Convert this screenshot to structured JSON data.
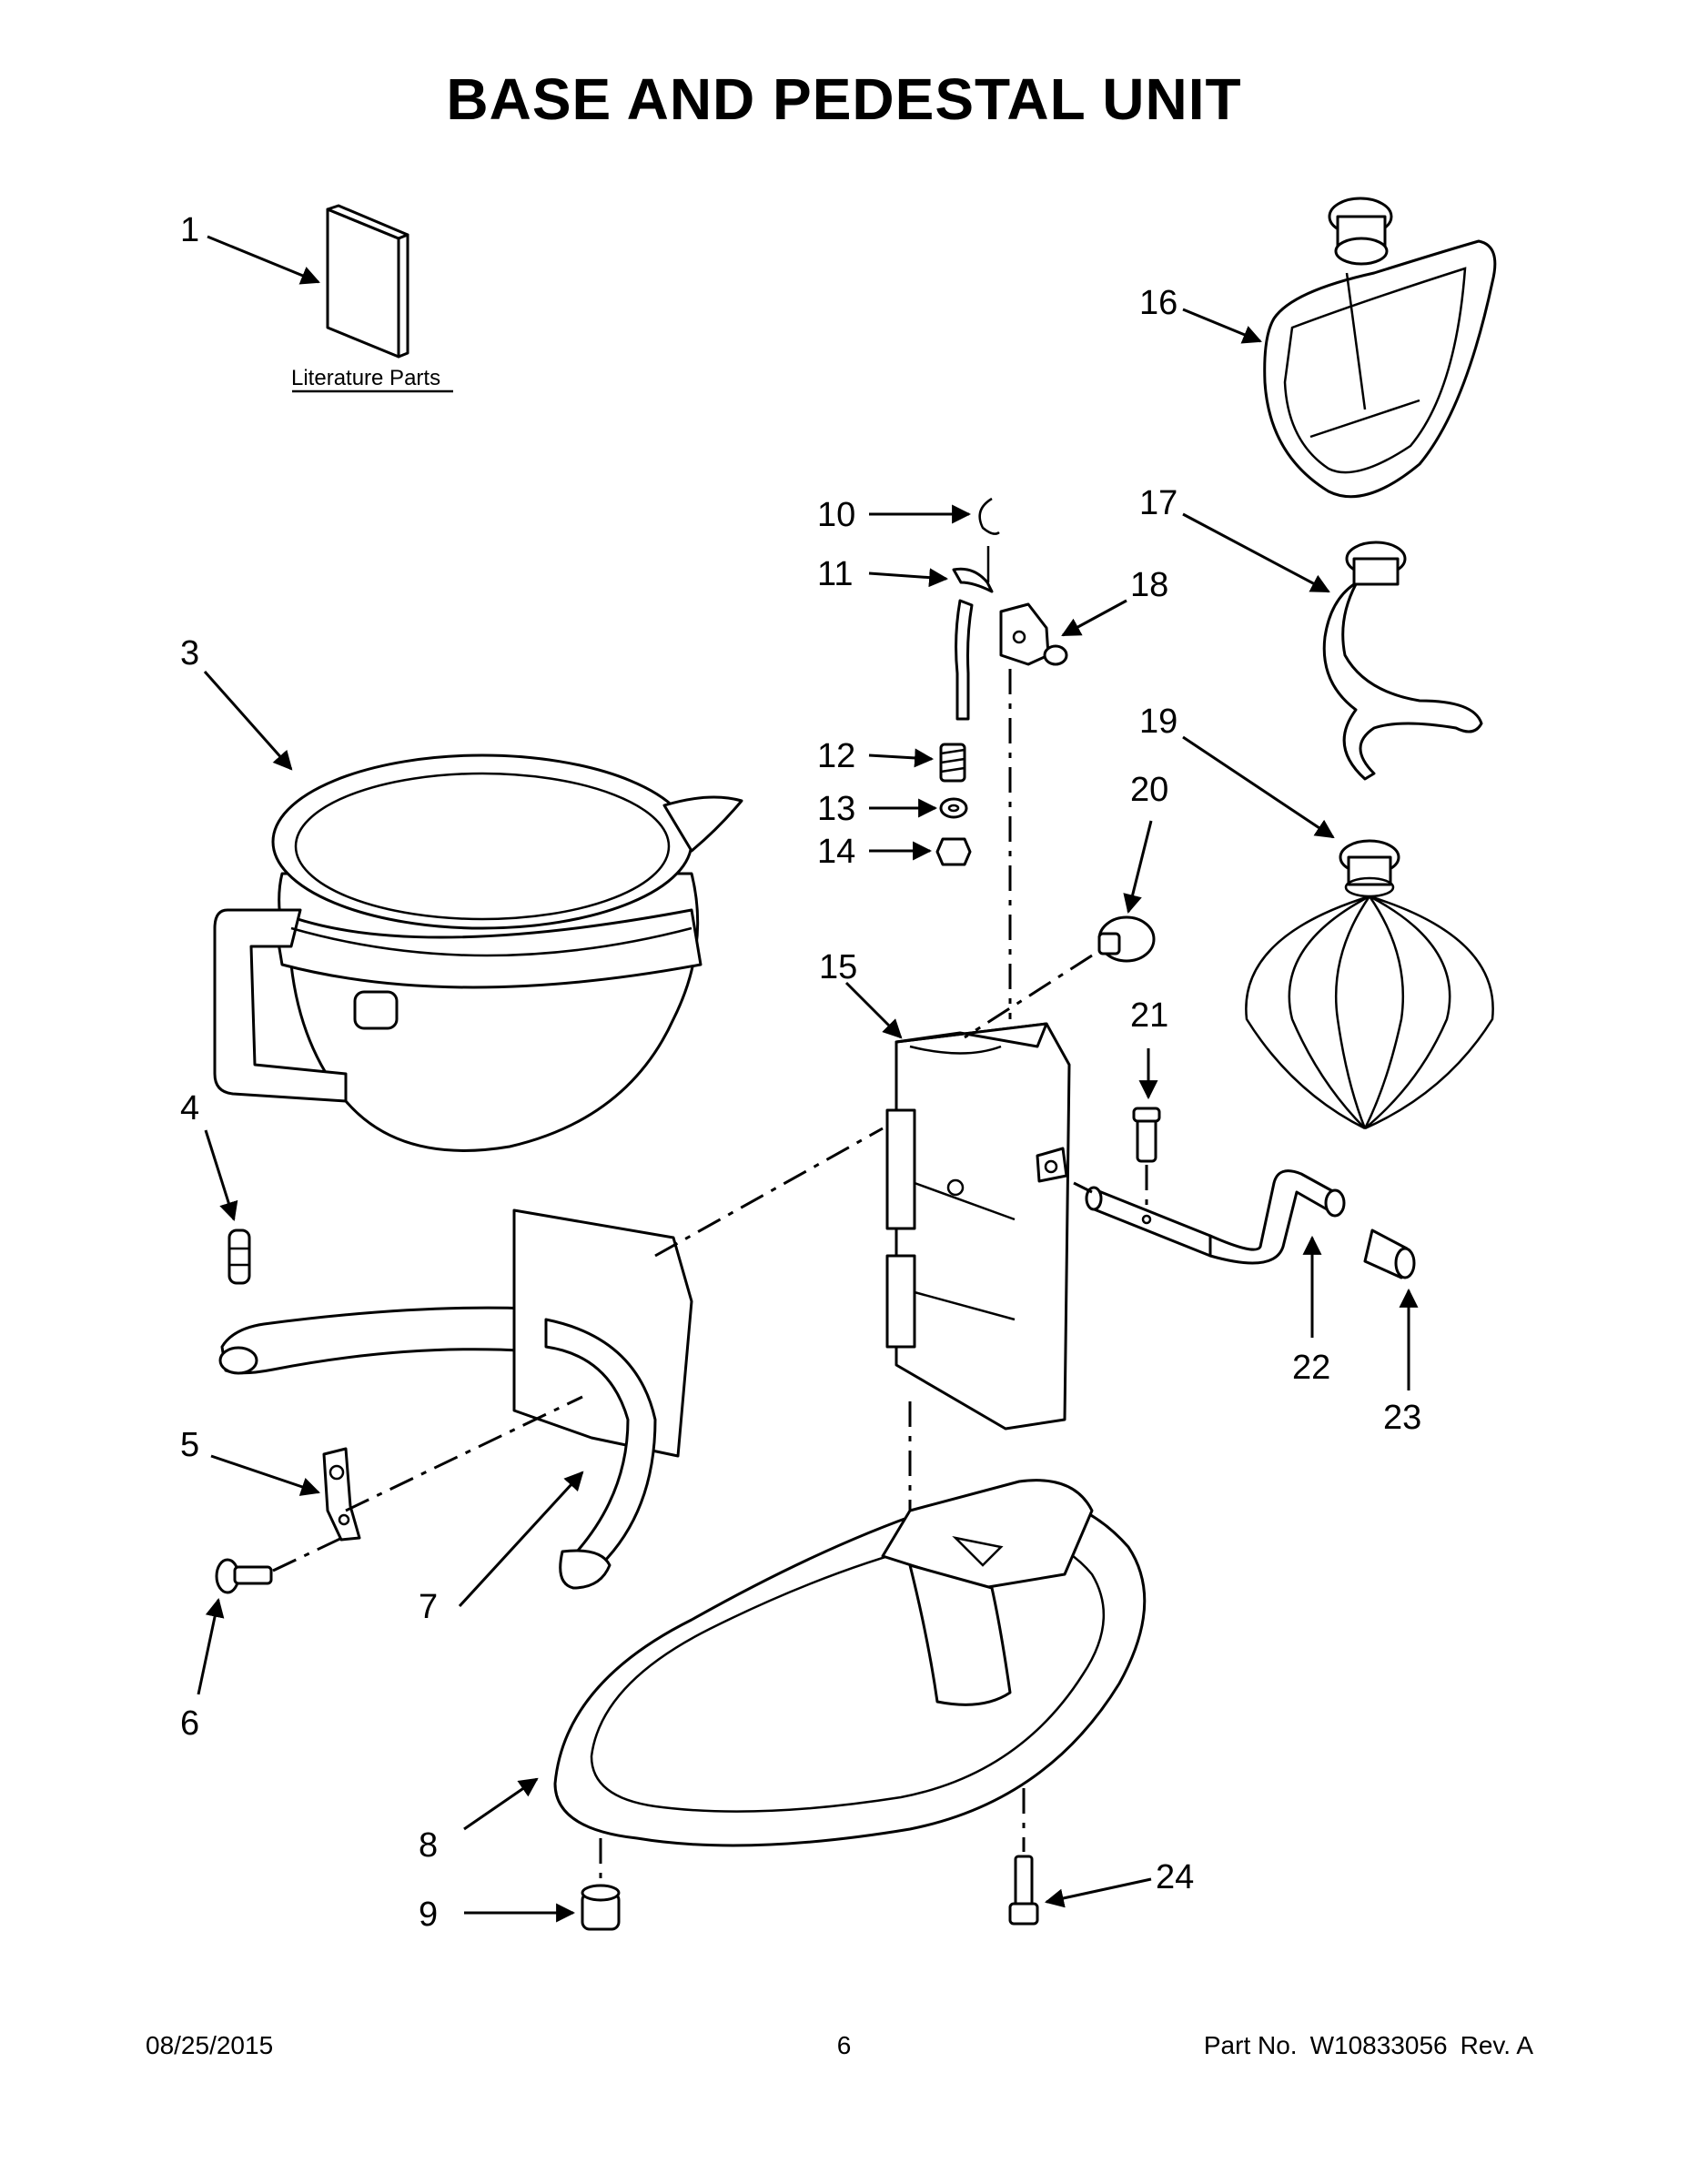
{
  "title": "BASE AND PEDESTAL UNIT",
  "literature_label": "Literature Parts",
  "callouts": {
    "c1": "1",
    "c3": "3",
    "c4": "4",
    "c5": "5",
    "c6": "6",
    "c7": "7",
    "c8": "8",
    "c9": "9",
    "c10": "10",
    "c11": "11",
    "c12": "12",
    "c13": "13",
    "c14": "14",
    "c15": "15",
    "c16": "16",
    "c17": "17",
    "c18": "18",
    "c19": "19",
    "c20": "20",
    "c21": "21",
    "c22": "22",
    "c23": "23",
    "c24": "24"
  },
  "footer": {
    "date": "08/25/2015",
    "page": "6",
    "part_label": "Part No.",
    "part_number": "W10833056",
    "revision": "Rev. A"
  }
}
